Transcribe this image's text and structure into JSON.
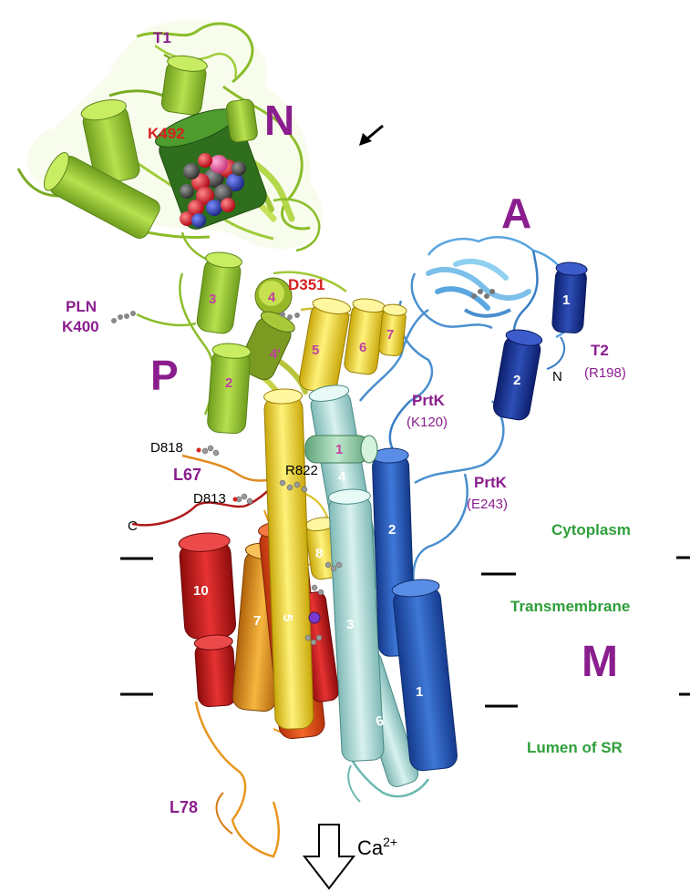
{
  "domains": {
    "N": "N",
    "A": "A",
    "P": "P",
    "M": "M"
  },
  "residue_labels": {
    "T1": "T1",
    "K492": "K492",
    "D351": "D351",
    "PLN": "PLN",
    "K400": "K400",
    "T2": "T2",
    "R198": "(R198)",
    "PrtK_1": "PrtK",
    "K120": "(K120)",
    "PrtK_2": "PrtK",
    "E243": "(E243)",
    "D818": "D818",
    "L67": "L67",
    "R822": "R822",
    "D813": "D813",
    "C_term": "C",
    "N_term": "N",
    "L78": "L78"
  },
  "region_labels": {
    "cytoplasm": "Cytoplasm",
    "transmembrane": "Transmembrane",
    "lumen": "Lumen of SR"
  },
  "ion_flow": {
    "ion": "Ca",
    "charge": "2+"
  },
  "helix_numbers": {
    "p3": "3",
    "p4": "4",
    "p4p": "4'",
    "p2": "2",
    "y5": "5",
    "y6": "6",
    "y7": "7",
    "a1": "1",
    "a2": "2",
    "s1": "1",
    "m4": "4",
    "m2": "2",
    "m8": "8",
    "m10": "10",
    "m7": "7",
    "m5": "5",
    "m3": "3",
    "m1": "1",
    "m6": "6"
  },
  "colors": {
    "domain_label": "#8a1e8e",
    "region_label": "#2e9e3a",
    "residue_red": "#d62020",
    "n_domain_green": "#9ccc3c",
    "a_domain_blue": "#2b52b8",
    "membrane_yellow": "#f0df3a",
    "membrane_red": "#d42020",
    "membrane_orange": "#e8961e"
  }
}
